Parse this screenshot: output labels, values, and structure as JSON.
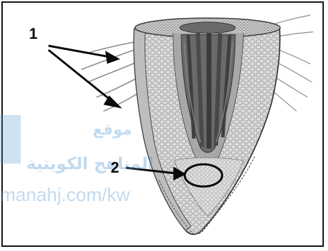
{
  "labels": {
    "one": "1",
    "two": "2"
  },
  "watermark": {
    "title": "موقع",
    "subtitle": "المناهج الكويتية",
    "url": "manahj.com/kw"
  },
  "colors": {
    "tissue_light": "#d9d9d9",
    "tissue_mid": "#9a9a9a",
    "vascular": "#5c5c5c",
    "outline": "#2a2a2a",
    "watermark": "#5096d2"
  },
  "parts": {
    "root_hairs": "root-hairs",
    "vascular_cylinder": "vascular-cylinder",
    "meristem": "apical-meristem",
    "root_cap": "root-cap"
  }
}
